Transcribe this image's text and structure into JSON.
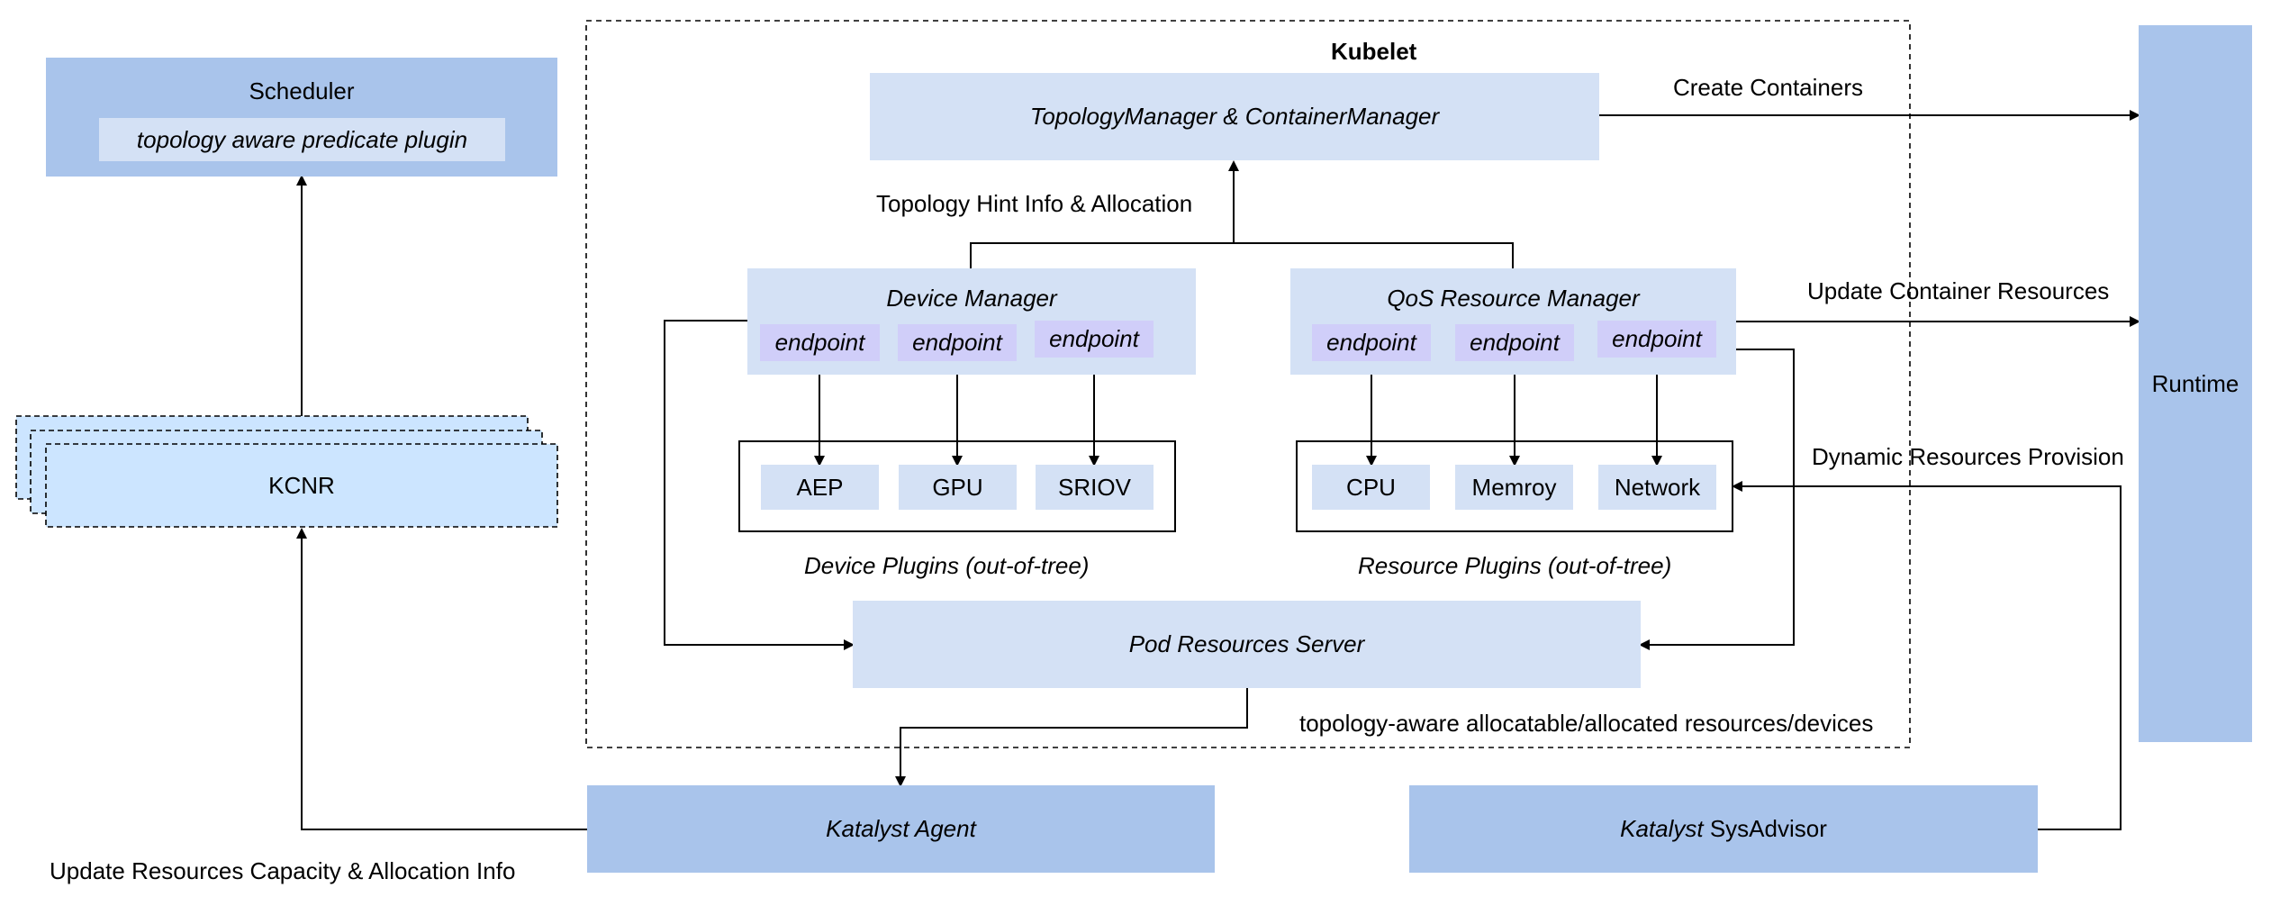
{
  "kubelet": {
    "title": "Kubelet"
  },
  "scheduler": {
    "title": "Scheduler",
    "plugin": "topology aware predicate plugin"
  },
  "kcnr": {
    "label": "KCNR"
  },
  "topology_manager": {
    "label": "TopologyManager & ContainerManager"
  },
  "topology_hint": {
    "label": "Topology Hint Info & Allocation"
  },
  "device_manager": {
    "title": "Device Manager",
    "endpoints": [
      "endpoint",
      "endpoint",
      "endpoint"
    ],
    "plugins": [
      "AEP",
      "GPU",
      "SRIOV"
    ],
    "plugins_caption": "Device Plugins (out-of-tree)"
  },
  "qos_manager": {
    "title": "QoS Resource Manager",
    "endpoints": [
      "endpoint",
      "endpoint",
      "endpoint"
    ],
    "plugins": [
      "CPU",
      "Memroy",
      "Network"
    ],
    "plugins_caption": "Resource Plugins (out-of-tree)"
  },
  "pod_resources_server": {
    "label": "Pod Resources Server"
  },
  "topology_aware_label": "topology-aware allocatable/allocated resources/devices",
  "runtime": {
    "label": "Runtime"
  },
  "edges": {
    "create_containers": "Create Containers",
    "update_container_resources": "Update Container Resources",
    "dynamic_resources_provision": "Dynamic Resources Provision",
    "update_capacity": "Update Resources Capacity & Allocation Info"
  },
  "katalyst_agent": {
    "label": "Katalyst Agent"
  },
  "katalyst_sysadvisor": {
    "prefix": "Katalyst",
    "suffix": "SysAdvisor"
  },
  "colors": {
    "dark_box": "#a9c4eb",
    "light_box": "#d4e1f5",
    "kcnr_fill": "#cce5ff",
    "endpoint_fill": "#d0cef9",
    "line": "#000000"
  }
}
